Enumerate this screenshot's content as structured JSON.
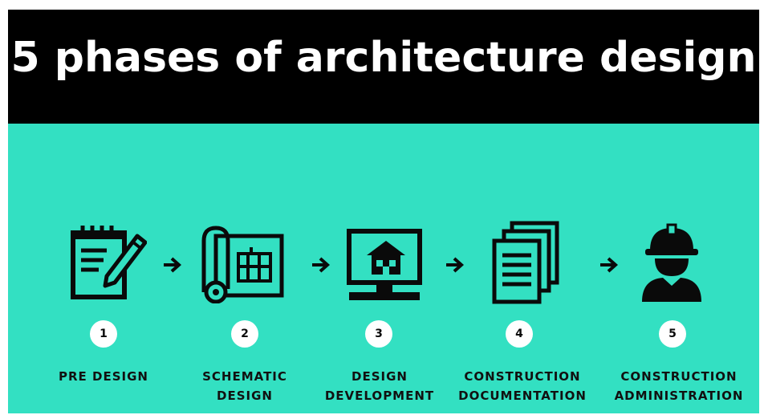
{
  "title": "5 phases of architecture design",
  "colors": {
    "header_bg": "#000000",
    "panel_bg": "#33e0c2",
    "icon": "#0a0a0a",
    "badge_bg": "#ffffff"
  },
  "phases": [
    {
      "number": "1",
      "label_lines": [
        "PRE DESIGN"
      ],
      "icon": "notepad-pencil-icon"
    },
    {
      "number": "2",
      "label_lines": [
        "SCHEMATIC",
        "DESIGN"
      ],
      "icon": "blueprint-roll-icon"
    },
    {
      "number": "3",
      "label_lines": [
        "DESIGN",
        "DEVELOPMENT"
      ],
      "icon": "monitor-house-icon"
    },
    {
      "number": "4",
      "label_lines": [
        "CONSTRUCTION",
        "DOCUMENTATION"
      ],
      "icon": "documents-stack-icon"
    },
    {
      "number": "5",
      "label_lines": [
        "CONSTRUCTION",
        "ADMINISTRATION"
      ],
      "icon": "construction-worker-icon"
    }
  ]
}
